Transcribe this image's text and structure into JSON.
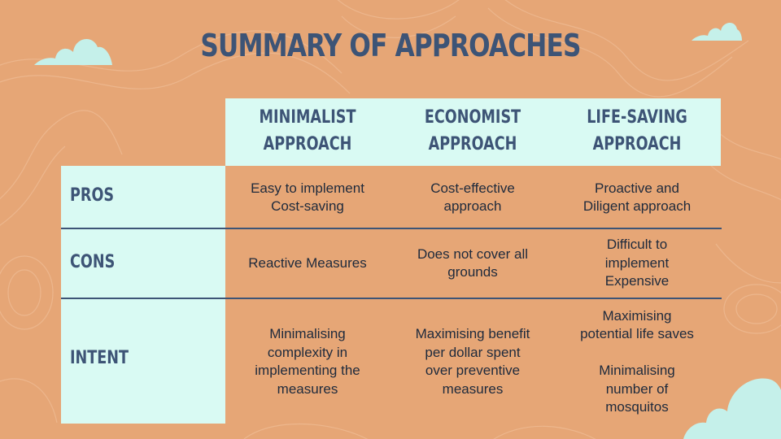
{
  "title": "SUMMARY OF APPROACHES",
  "columns": [
    {
      "label": "MINIMALIST\nAPPROACH"
    },
    {
      "label": "ECONOMIST\nAPPROACH"
    },
    {
      "label": "LIFE-SAVING\nAPPROACH"
    }
  ],
  "rows": [
    {
      "label": "PROS",
      "cells": [
        "Easy to implement\nCost-saving",
        "Cost-effective\napproach",
        "Proactive and\nDiligent approach"
      ]
    },
    {
      "label": "CONS",
      "cells": [
        "Reactive Measures",
        "Does not cover all\ngrounds",
        "Difficult to\nimplement\nExpensive"
      ]
    },
    {
      "label": "INTENT",
      "cells": [
        "Minimalising\ncomplexity in\nimplementing the\nmeasures",
        "Maximising benefit\nper dollar spent\nover preventive\nmeasures",
        "Maximising\npotential life saves\n\nMinimalising\nnumber of\nmosquitos"
      ]
    }
  ],
  "colors": {
    "background": "#E6A676",
    "accent": "#3D5476",
    "panel": "#D9FAF3",
    "text": "#1E2A3C"
  }
}
